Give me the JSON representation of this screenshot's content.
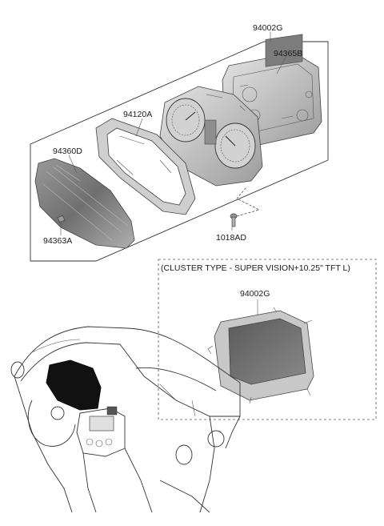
{
  "parts": {
    "assembly": "94002G",
    "housing": "94365B",
    "case": "94120A",
    "window": "94360D",
    "clip": "94363A",
    "screw": "1018AD"
  },
  "option": {
    "note": "(CLUSTER TYPE - SUPER VISION+10.25\" TFT L)",
    "part": "94002G"
  },
  "icons": {
    "assembly_box": "exploded-assembly-frame",
    "vehicle": "dashboard-location-view"
  }
}
